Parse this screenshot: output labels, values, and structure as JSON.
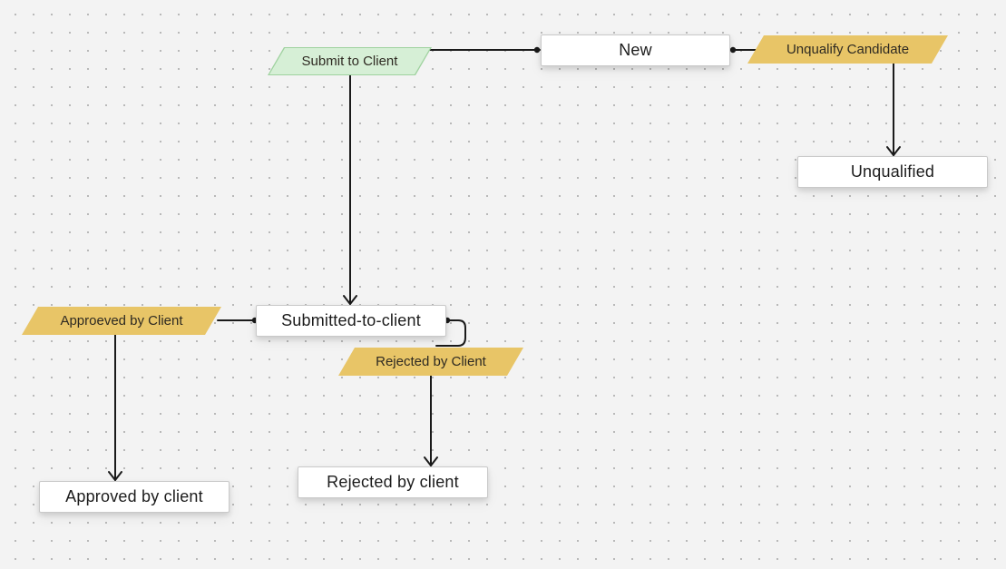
{
  "diagram": {
    "states": {
      "new": "New",
      "unqualified": "Unqualified",
      "submitted_to_client": "Submitted-to-client",
      "approved_by_client": "Approved by client",
      "rejected_by_client": "Rejected by client"
    },
    "actions": {
      "submit_to_client": "Submit to Client",
      "unqualify_candidate": "Unqualify Candidate",
      "approved_by_client": "Approeved by Client",
      "rejected_by_client": "Rejected by Client"
    },
    "transitions": [
      {
        "from": "New",
        "via": "Submit to Client",
        "to": "Submitted-to-client"
      },
      {
        "from": "New",
        "via": "Unqualify Candidate",
        "to": "Unqualified"
      },
      {
        "from": "Submitted-to-client",
        "via": "Approeved by Client",
        "to": "Approved by client"
      },
      {
        "from": "Submitted-to-client",
        "via": "Rejected by Client",
        "to": "Rejected by client"
      }
    ]
  },
  "colors": {
    "canvas_background": "#f3f3f3",
    "grid_dot": "#b4b4b4",
    "state_fill": "#ffffff",
    "action_yellow": "#e8c567",
    "action_green_fill": "#d6efd6",
    "action_green_border": "#9fd29f",
    "connector": "#1a1a1a"
  }
}
